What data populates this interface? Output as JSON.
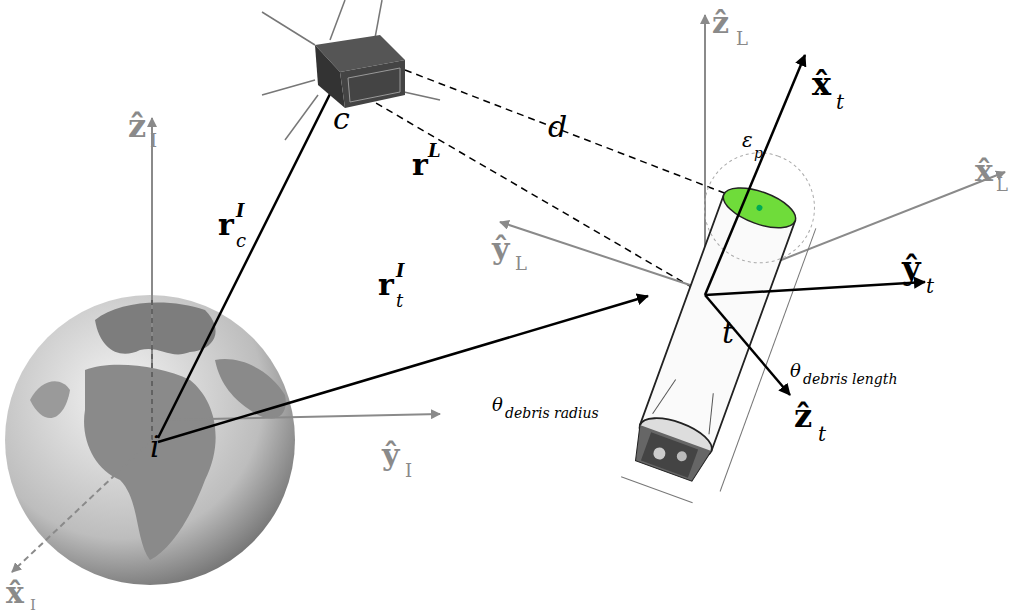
{
  "diagram": {
    "labels": [
      "ẑ",
      "I",
      "x̂",
      "I",
      "ŷ",
      "I",
      "ẑ",
      "L",
      "ŷ",
      "L",
      "x̂",
      "L",
      "x̂",
      "t",
      "ŷ",
      "t",
      "ẑ",
      "t",
      "r",
      "c",
      "I",
      "r",
      "t",
      "I",
      "r",
      "L",
      "d",
      "ε",
      "p",
      "θ",
      "debris length",
      "θ",
      "debris radius",
      "c",
      "t",
      "i"
    ]
  }
}
